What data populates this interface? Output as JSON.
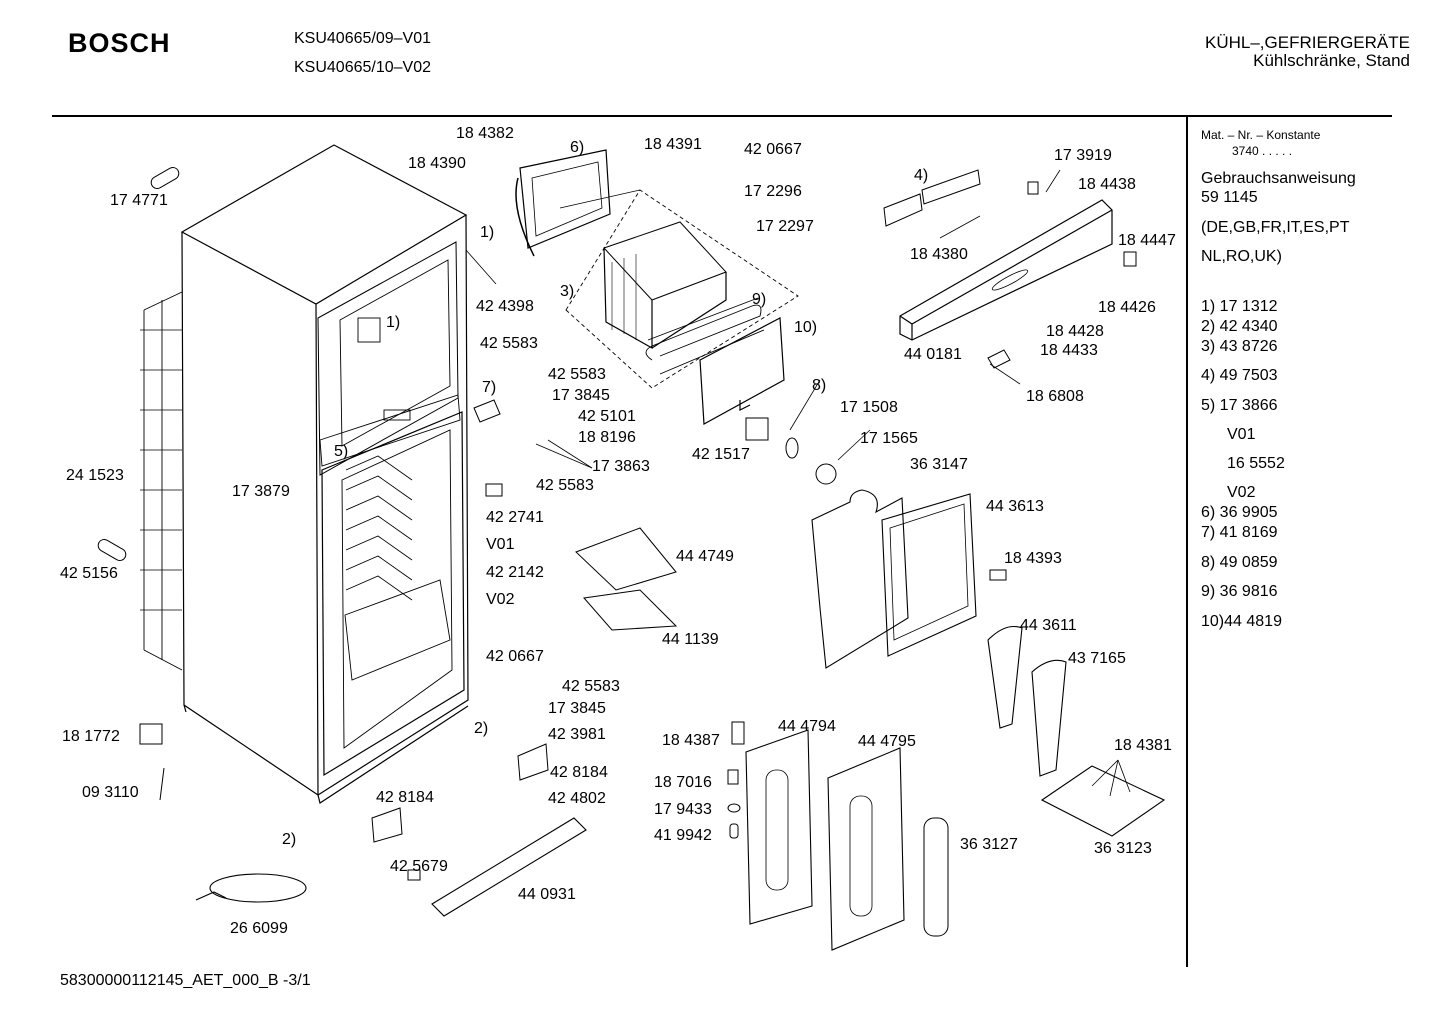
{
  "header": {
    "brand": "BOSCH",
    "models": [
      "KSU40665/09–V01",
      "KSU40665/10–V02"
    ],
    "category": "KÜHL–,GEFRIERGERÄTE",
    "subcategory": "Kühlschränke, Stand"
  },
  "sidebar": {
    "mat_header": "Mat. – Nr. – Konstante",
    "mat_value": "3740  .  .  .  .  .",
    "manual_label": "Gebrauchsanweisung",
    "manual_number": "59 1145",
    "languages_1": "(DE,GB,FR,IT,ES,PT",
    "languages_2": "NL,RO,UK)",
    "refs": [
      {
        "text": "1) 17 1312"
      },
      {
        "text": "2) 42 4340"
      },
      {
        "text": "3) 43 8726"
      },
      {
        "text": "4) 49 7503"
      },
      {
        "text": "5) 17 3866"
      },
      {
        "text": "V01"
      },
      {
        "text": "16 5552"
      },
      {
        "text": "V02"
      },
      {
        "text": "6) 36 9905"
      },
      {
        "text": "7) 41 8169"
      },
      {
        "text": "8) 49 0859"
      },
      {
        "text": "9) 36 9816"
      },
      {
        "text": "10)44 4819"
      }
    ]
  },
  "part_labels": [
    "17 4771",
    "18 4382",
    "18 4390",
    "6)",
    "18 4391",
    "42 0667",
    "17 2296",
    "17 2297",
    "17 3919",
    "4)",
    "18 4438",
    "18 4380",
    "18 4447",
    "1)",
    "42 4398",
    "3)",
    "9)",
    "10)",
    "18 4426",
    "42 5583",
    "1)",
    "44 0181",
    "18 4428",
    "18 4433",
    "42 5583",
    "17 3845",
    "7)",
    "42 5101",
    "18 8196",
    "8)",
    "17 1508",
    "18 6808",
    "42 1517",
    "17 1565",
    "17 3863",
    "5)",
    "36 3147",
    "24 1523",
    "17 3879",
    "42 5583",
    "42 2741",
    "44 3613",
    "V01",
    "44 4749",
    "42 2142",
    "18 4393",
    "42 5156",
    "V02",
    "44 1139",
    "44 3611",
    "42 0667",
    "43 7165",
    "42 5583",
    "17 3845",
    "2)",
    "42 3981",
    "44 4794",
    "18 1772",
    "18 4387",
    "44 4795",
    "18 4381",
    "42 8184",
    "18 7016",
    "09 3110",
    "42 8184",
    "42 4802",
    "17 9433",
    "41 9942",
    "2)",
    "36 3127",
    "36 3123",
    "42 5679",
    "44 0931",
    "26 6099"
  ],
  "footer": {
    "code": "58300000112145_AET_000_B  -3/1"
  }
}
